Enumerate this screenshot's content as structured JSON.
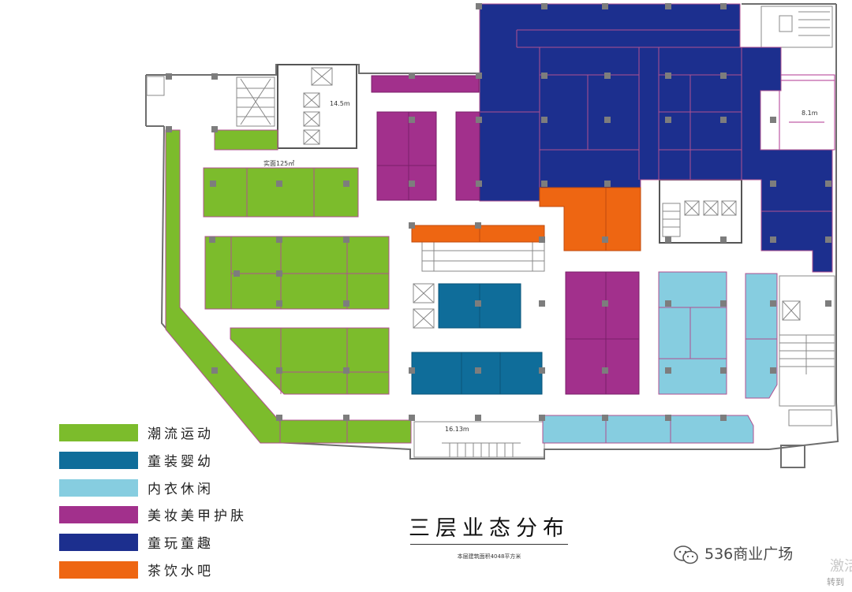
{
  "legend": {
    "items": [
      {
        "label": "潮流运动",
        "color": "#7cbc2c"
      },
      {
        "label": "童装婴幼",
        "color": "#0f6d9a"
      },
      {
        "label": "内衣休闲",
        "color": "#86cde0"
      },
      {
        "label": "美妆美甲护肤",
        "color": "#a2308c"
      },
      {
        "label": "童玩童趣",
        "color": "#1c2f8e"
      },
      {
        "label": "茶饮水吧",
        "color": "#ee6612"
      }
    ]
  },
  "title": "三层业态分布",
  "area_note": "本层建筑面积4048平方米",
  "watermark": {
    "text": "536商业广场",
    "icon": "wechat-icon"
  },
  "corner": {
    "text": "激活",
    "sub": "转到"
  },
  "annotations": {
    "area_125": "实面125㎡",
    "area_16": "16.13m",
    "area_14": "14.5m",
    "area_8": "8.1m"
  },
  "colors": {
    "wall": "#6e6e6e",
    "column": "#7d7d7d",
    "stair": "#888888"
  }
}
